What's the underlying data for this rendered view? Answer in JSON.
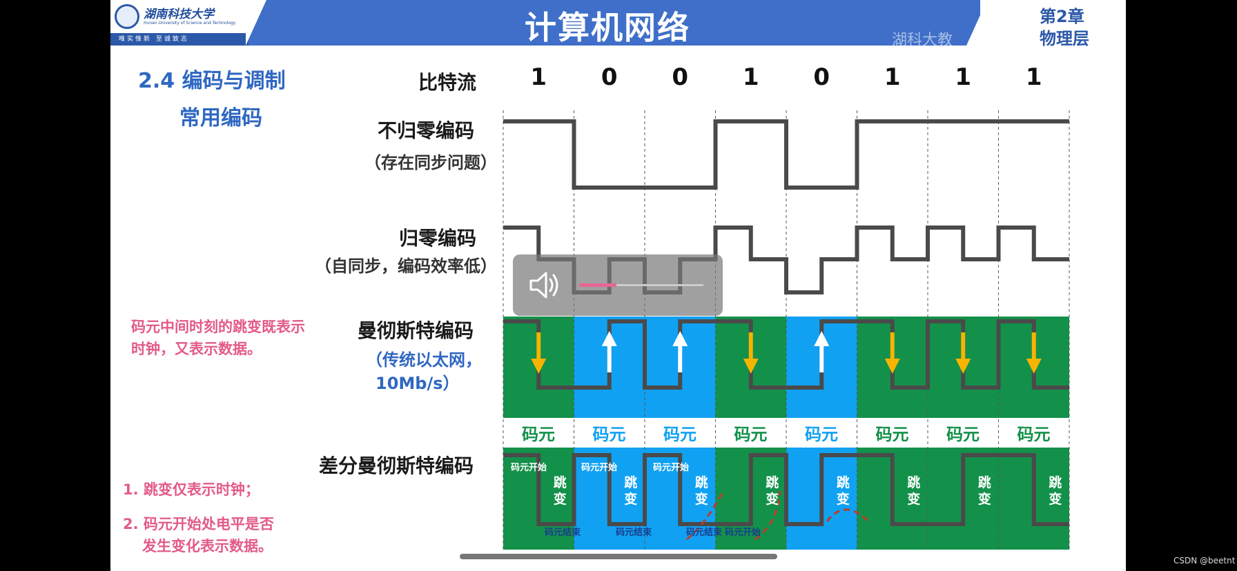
{
  "header": {
    "university_cn": "湖南科技大学",
    "university_en": "Hunan University of Science and Technology",
    "motto": "唯实惟新 至诚致志",
    "title": "计算机网络",
    "watermark": "湖科大教",
    "chapter": "第2章",
    "chapter_name": "物理层"
  },
  "section": {
    "heading": "2.4 编码与调制",
    "subheading": "常用编码"
  },
  "bitstream": {
    "label": "比特流",
    "bits": [
      "1",
      "0",
      "0",
      "1",
      "0",
      "1",
      "1",
      "1"
    ]
  },
  "encodings": {
    "nrz": {
      "label": "不归零编码",
      "note": "（存在同步问题）"
    },
    "rz": {
      "label": "归零编码",
      "note": "（自同步，编码效率低）"
    },
    "manchester": {
      "label": "曼彻斯特编码",
      "note_line1": "（传统以太网，",
      "note_line2": "10Mb/s）"
    },
    "diff_manchester": {
      "label": "差分曼彻斯特编码"
    }
  },
  "annotations": {
    "manchester_note_line1": "码元中间时刻的跳变既表示",
    "manchester_note_line2": "时钟，又表示数据。",
    "diff_note_1": "1. 跳变仅表示时钟；",
    "diff_note_2_line1": "2. 码元开始处电平是否",
    "diff_note_2_line2": "发生变化表示数据。"
  },
  "symbol_cells": {
    "label": "码元",
    "colors": [
      "green",
      "blue",
      "blue",
      "green",
      "blue",
      "green",
      "green",
      "green"
    ]
  },
  "diff_labels": {
    "start_top": "码元开始",
    "end_bottom": "码元结束",
    "transition_a": "跳",
    "transition_b": "变"
  },
  "video_overlay": {
    "icon": "speaker-icon",
    "volume_fraction": 0.3
  },
  "footer": {
    "credit": "CSDN @beetnt"
  },
  "colors": {
    "header_blue": "#3f6fc9",
    "cell_green": "#13914a",
    "cell_blue": "#10a1f2",
    "wave": "#4a4a4a",
    "arrow_down": "#f6b400",
    "pink": "#e35a86"
  }
}
